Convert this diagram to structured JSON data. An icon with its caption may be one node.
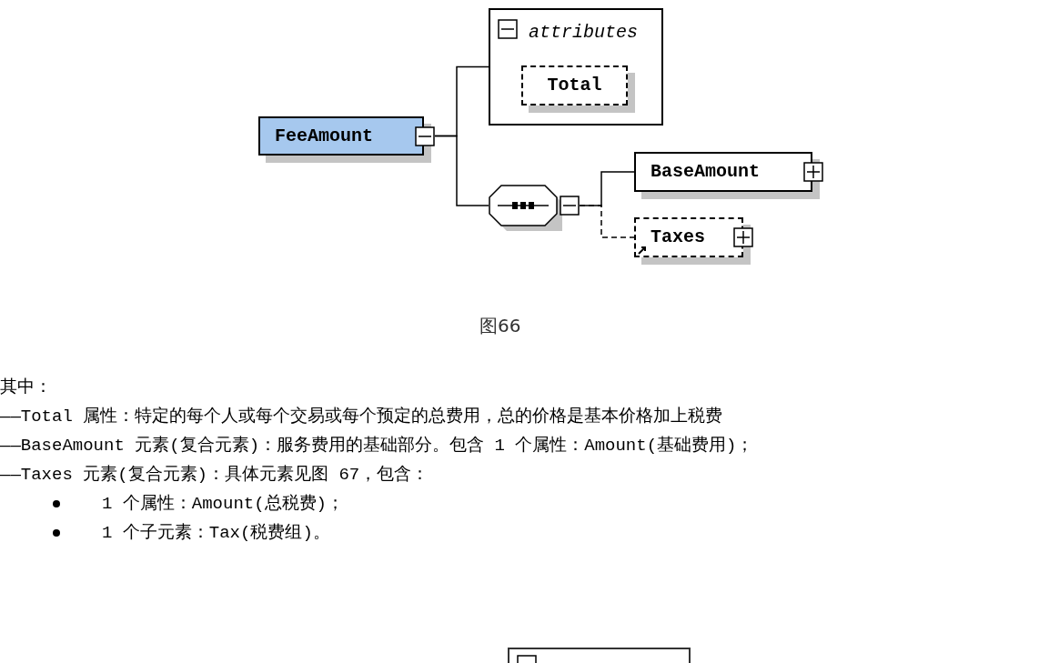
{
  "diagram": {
    "caption": "图66",
    "nodes": [
      {
        "text": [
          "FeeAmount"
        ]
      },
      {
        "text": [
          "attributes"
        ]
      },
      {
        "text": [
          "Total"
        ],
        "in": 1
      },
      {
        "text": [],
        "shape": "octagon"
      },
      {
        "text": [
          "BaseAmount"
        ]
      },
      {
        "text": [
          "Taxes"
        ]
      },
      {
        "text": [],
        "shape": "box"
      }
    ],
    "edges": [
      {
        "from": 0,
        "to": 1,
        "arrow": "none"
      },
      {
        "from": 0,
        "to": 3,
        "arrow": "none"
      },
      {
        "from": 3,
        "to": 4,
        "arrow": "none"
      },
      {
        "from": 3,
        "to": 5,
        "arrow": "none",
        "style": "dashed"
      }
    ],
    "labels": [
      "其中：",
      "——Total 属性：特定的每个人或每个交易或每个预定的总费用，总的价格是基本价格加上税费",
      "——BaseAmount 元素(复合元素)：服务费用的基础部分。包含 1 个属性：Amount(基础费用)；",
      "——Taxes 元素(复合元素)：具体元素见图 67，包含：",
      "1 个属性：Amount(总税费)；",
      "1 个子元素：Tax(税费组)。"
    ]
  }
}
